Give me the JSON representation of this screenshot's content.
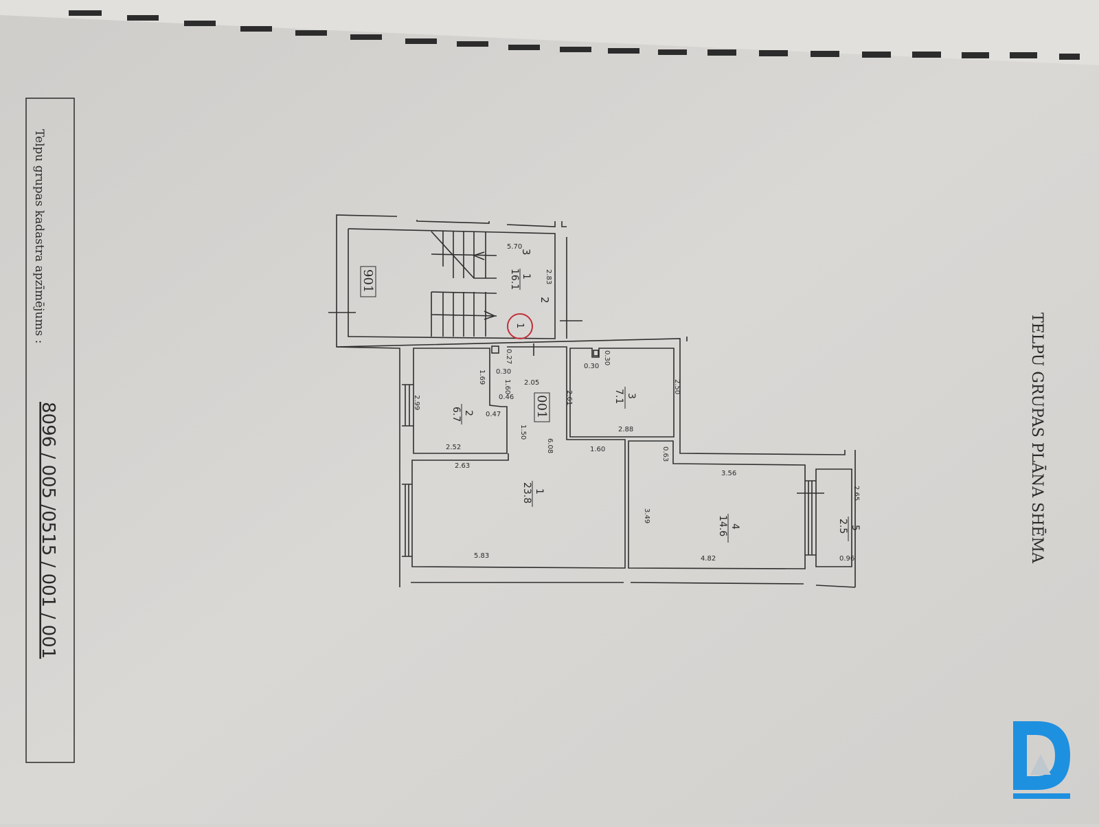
{
  "title": "TELPU GRUPAS PLĀNA SHĒMA",
  "cadastre": {
    "label": "Telpu grupas kadastra apzīmējums :",
    "number": "8096 / 005 /0515 / 001 / 001"
  },
  "groups": {
    "stair_group": "901",
    "apartment_group": "001"
  },
  "stair_marks": {
    "mark_3": "3",
    "mark_2": "2",
    "circled": "1"
  },
  "rooms": [
    {
      "num": "1",
      "area": "16.1"
    },
    {
      "num": "2",
      "area": "6.7"
    },
    {
      "num": "1",
      "area": "23.8"
    },
    {
      "num": "3",
      "area": "7.1"
    },
    {
      "num": "4",
      "area": "14.6"
    },
    {
      "num": "5",
      "area": "2.5"
    }
  ],
  "dims": [
    "5.70",
    "2.83",
    "0.27",
    "0.30",
    "1.60",
    "0.46",
    "2.05",
    "2.61",
    "1.69",
    "2.99",
    "0.47",
    "1.50",
    "6.08",
    "2.52",
    "2.63",
    "5.83",
    "0.30",
    "0.30",
    "2.50",
    "2.88",
    "1.60",
    "0.63",
    "3.56",
    "3.49",
    "4.82",
    "2.65",
    "0.96"
  ],
  "colors": {
    "paper": "#d6d4d1",
    "ink": "#2a2a2a",
    "circle": "#c0303a",
    "logo": "#1e90e0"
  }
}
